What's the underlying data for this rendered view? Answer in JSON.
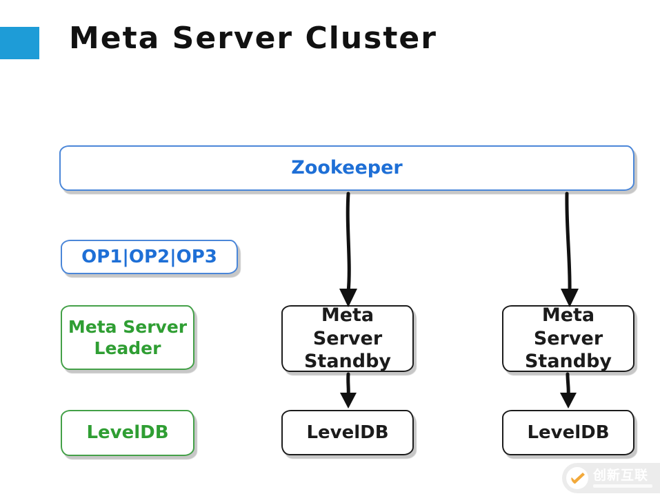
{
  "header": {
    "title": "Meta Server Cluster",
    "accent_block_color": "#1e9cd7"
  },
  "diagram": {
    "colors": {
      "blue_text": "#1e6fd6",
      "blue_border": "#4a86d8",
      "green_text": "#2f9e33",
      "green_border": "#43a047",
      "black": "#1b1b1b",
      "arrow": "#111111",
      "shadow": "rgba(0,0,0,0.22)"
    },
    "nodes": [
      {
        "id": "zookeeper",
        "label": "Zookeeper",
        "color": "blue"
      },
      {
        "id": "ops",
        "label": "OP1|OP2|OP3",
        "color": "blue"
      },
      {
        "id": "leader",
        "label": "Meta Server Leader",
        "color": "green"
      },
      {
        "id": "standby1",
        "label": "Meta Server Standby",
        "color": "black"
      },
      {
        "id": "standby2",
        "label": "Meta Server Standby",
        "color": "black"
      },
      {
        "id": "leveldb1",
        "label": "LevelDB",
        "color": "green"
      },
      {
        "id": "leveldb2",
        "label": "LevelDB",
        "color": "black"
      },
      {
        "id": "leveldb3",
        "label": "LevelDB",
        "color": "black"
      }
    ],
    "edges": [
      {
        "from": "zookeeper",
        "to": "standby1"
      },
      {
        "from": "zookeeper",
        "to": "standby2"
      },
      {
        "from": "standby1",
        "to": "leveldb2"
      },
      {
        "from": "standby2",
        "to": "leveldb3"
      }
    ]
  },
  "watermark": {
    "text": "创新互联",
    "logo": "brand-c-swoosh-icon",
    "accent_color": "#f2a93b"
  }
}
